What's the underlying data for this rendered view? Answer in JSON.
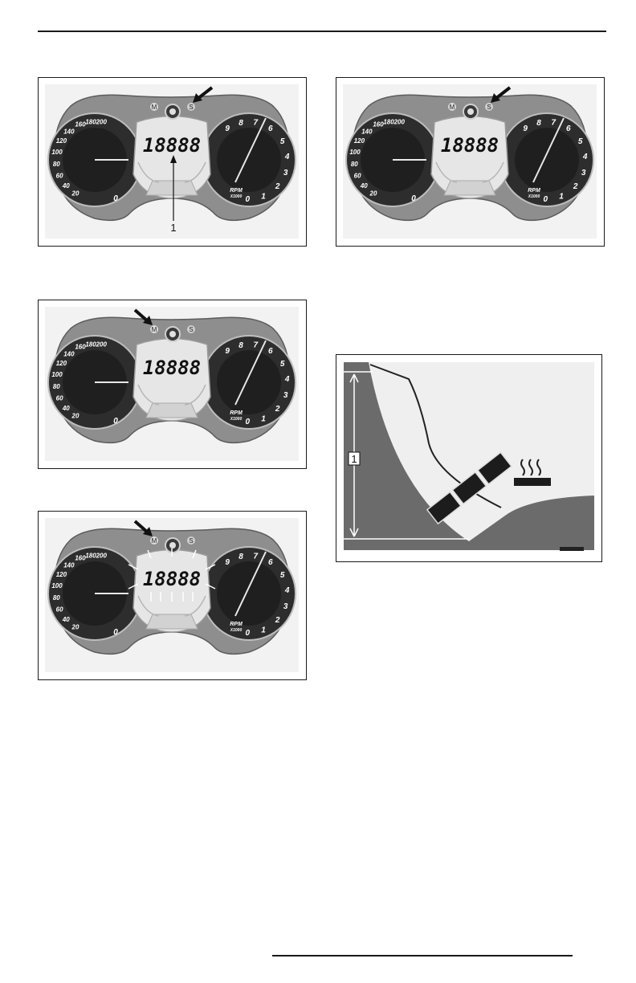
{
  "figures": [
    {
      "id": "fig1",
      "arrow_target": "S",
      "callout": "1",
      "flash": false
    },
    {
      "id": "fig2",
      "arrow_target": "S",
      "callout": "",
      "flash": false
    },
    {
      "id": "fig3",
      "arrow_target": "M",
      "callout": "",
      "flash": false
    },
    {
      "id": "fig4",
      "arrow_target": "M",
      "callout": "",
      "flash": true
    }
  ],
  "cluster": {
    "mode_button": "M",
    "set_button": "S",
    "lcd_text": "18888",
    "speed_ticks": [
      "20",
      "40",
      "60",
      "80",
      "100",
      "120",
      "140",
      "160",
      "180",
      "200"
    ],
    "speed_zero": "0",
    "rpm_ticks": [
      "0",
      "1",
      "2",
      "3",
      "4",
      "5",
      "6",
      "7",
      "8",
      "9"
    ],
    "rpm_label": "RPM",
    "rpm_unit": "X1000"
  },
  "detail_figure": {
    "callout": "1",
    "icon": "heat-waves-icon"
  },
  "colors": {
    "bezel": "#8e8e8e",
    "gauge_face": "#2d2d2d",
    "lcd": "#e6e6e6",
    "panel_bg": "#f2f2f2"
  }
}
